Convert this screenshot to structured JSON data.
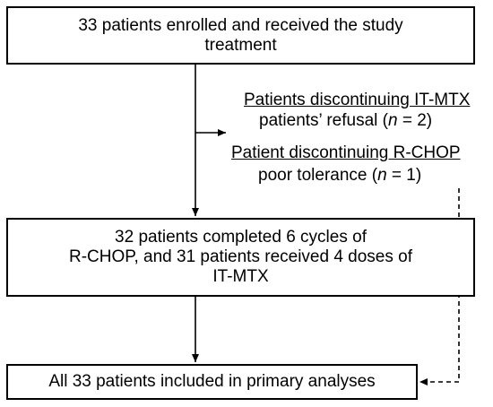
{
  "flowchart": {
    "enrolled": {
      "line1": "33 patients enrolled and received the study",
      "line2": "treatment"
    },
    "exclusions": [
      {
        "heading": "Patients discontinuing IT-MTX",
        "reason_prefix": "patients’ refusal (",
        "n_label": "n",
        "reason_suffix": " = 2)"
      },
      {
        "heading": "Patient discontinuing R-CHOP",
        "reason_prefix": "poor tolerance (",
        "n_label": "n",
        "reason_suffix": " = 1)"
      }
    ],
    "completed": {
      "line1": "32 patients completed 6 cycles of",
      "line2": "R-CHOP, and 31 patients received 4 doses of",
      "line3": "IT-MTX"
    },
    "analysis": {
      "text": "All 33 patients included in primary analyses"
    }
  }
}
